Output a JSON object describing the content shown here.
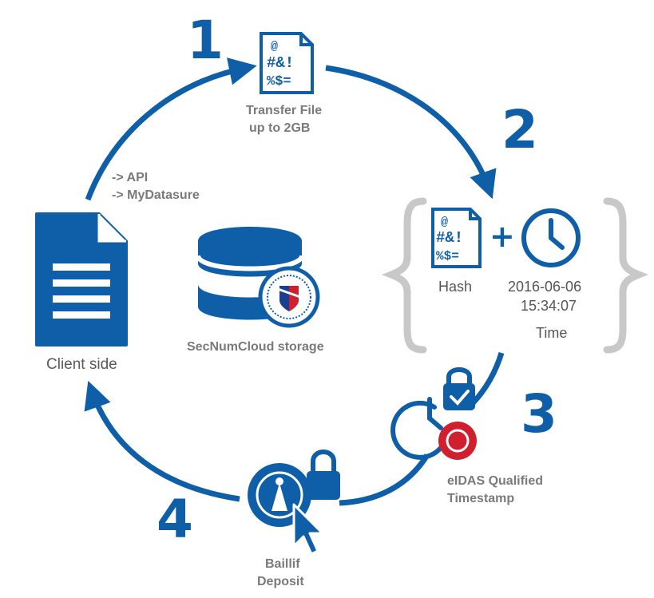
{
  "steps": {
    "one": "1",
    "two": "2",
    "three": "3",
    "four": "4"
  },
  "transfer": {
    "line1": "Transfer File",
    "line2": "up to 2GB",
    "file_glyphs": [
      "@",
      "#&!",
      "%$="
    ]
  },
  "client": {
    "api": "-> API",
    "mydatasure": "-> MyDatasure",
    "label": "Client side"
  },
  "storage": {
    "label": "SecNumCloud storage"
  },
  "hash_block": {
    "hash_label": "Hash",
    "plus": "+",
    "date": "2016-06-06",
    "time": "15:34:07",
    "time_label": "Time",
    "file_glyphs": [
      "@",
      "#&!",
      "%$="
    ]
  },
  "timestamp": {
    "line1": "eIDAS Qualified",
    "line2": "Timestamp"
  },
  "deposit": {
    "line1": "Baillif",
    "line2": "Deposit"
  },
  "colors": {
    "primary_blue": "#0f5fa8",
    "label_gray": "#7a7a7a",
    "bracket_gray": "#c8c8c8",
    "seal_red": "#d0202e"
  }
}
